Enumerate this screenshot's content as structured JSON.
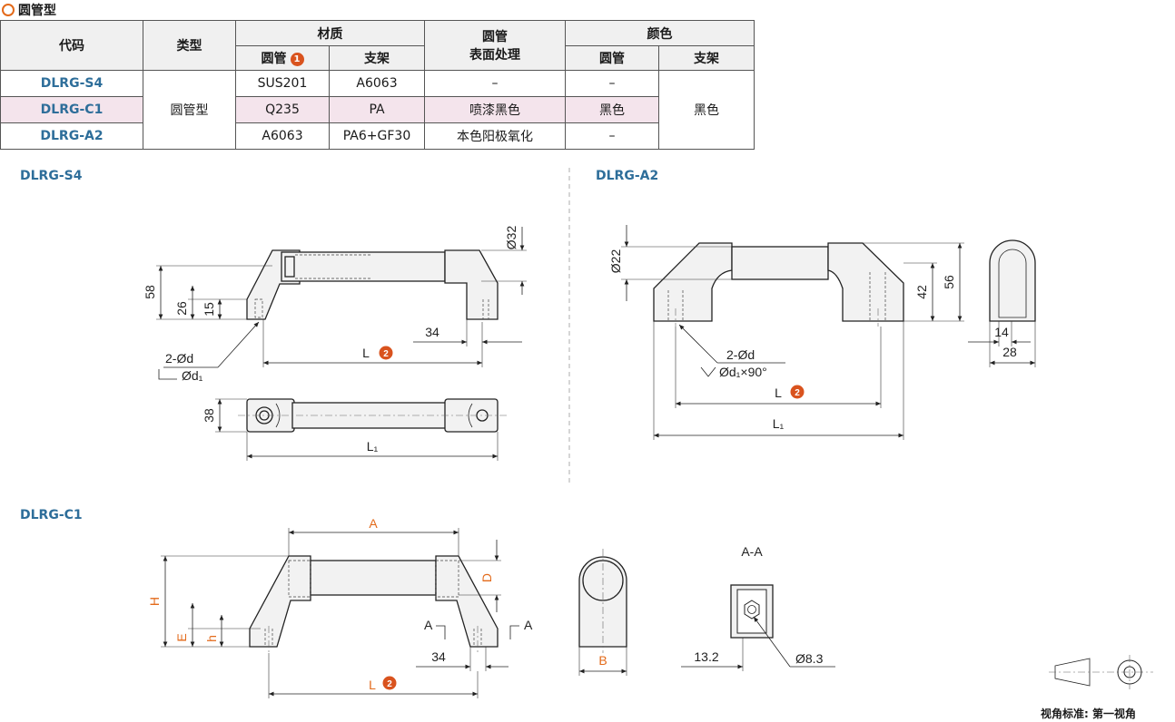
{
  "title": "圆管型",
  "table": {
    "headers": {
      "code": "代码",
      "type": "类型",
      "material": "材质",
      "tube": "圆管",
      "bracket": "支架",
      "surface_l1": "圆管",
      "surface_l2": "表面处理",
      "color": "颜色",
      "color_tube": "圆管",
      "color_bracket": "支架",
      "badge": "1"
    },
    "rows": [
      {
        "code": "DLRG-S4",
        "tube": "SUS201",
        "bracket": "A6063",
        "surface": "–",
        "color_tube": "–"
      },
      {
        "code": "DLRG-C1",
        "tube": "Q235",
        "bracket": "PA",
        "surface": "喷漆黑色",
        "color_tube": "黑色"
      },
      {
        "code": "DLRG-A2",
        "tube": "A6063",
        "bracket": "PA6+GF30",
        "surface": "本色阳极氧化",
        "color_tube": "–"
      }
    ],
    "type_value": "圆管型",
    "color_bracket_value": "黑色"
  },
  "sections": {
    "s4": "DLRG-S4",
    "a2": "DLRG-A2",
    "c1": "DLRG-C1"
  },
  "dims": {
    "d32": "Ø32",
    "d58": "58",
    "d26": "26",
    "d15": "15",
    "d34": "34",
    "d2d": "2-Ød",
    "dd1": "Ød₁",
    "L": "L",
    "d38": "38",
    "L1": "L₁",
    "d22": "Ø22",
    "d42": "42",
    "d56": "56",
    "d14": "14",
    "d28": "28",
    "a2_2d": "2-Ød",
    "a2_csk": "Ød₁×90°",
    "a2_L": "L",
    "a2_L1": "L₁",
    "A": "A",
    "H": "H",
    "D": "D",
    "E": "E",
    "h": "h",
    "c1_34": "34",
    "c1_L": "L",
    "B": "B",
    "AA": "A-A",
    "sec_A": "A",
    "d132": "13.2",
    "d83": "Ø8.3",
    "badge2": "2"
  },
  "footer": "视角标准: 第一视角",
  "colors": {
    "accent": "#e36a1a",
    "code": "#2e6e9a",
    "highlight": "#f4e4ec",
    "badge": "#d9531e"
  }
}
